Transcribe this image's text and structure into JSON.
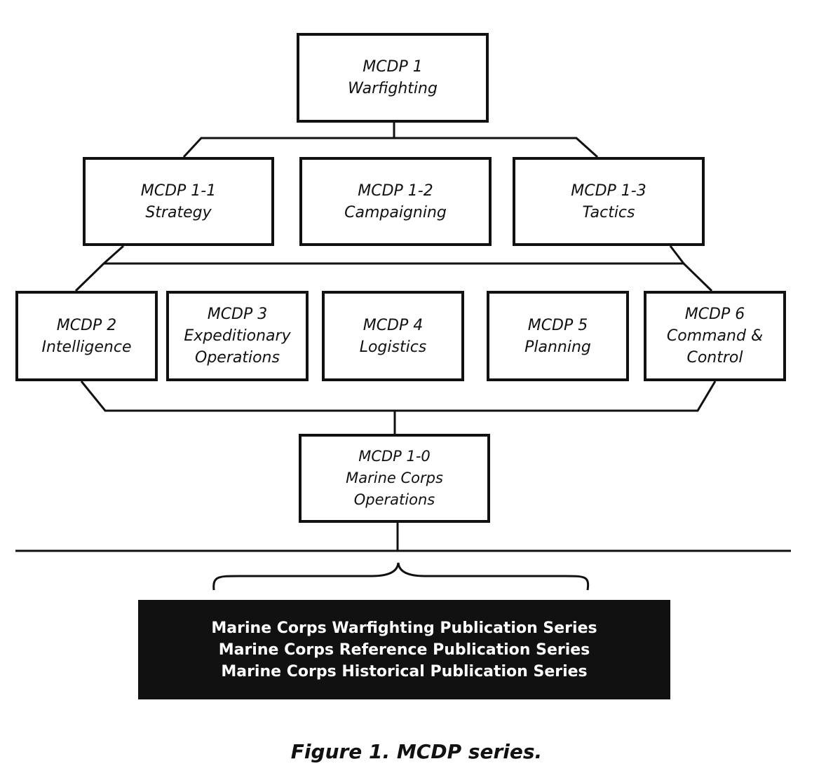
{
  "diagram": {
    "top": {
      "line1": "MCDP 1",
      "line2": "Warfighting"
    },
    "row1": [
      {
        "line1": "MCDP 1-1",
        "line2": "Strategy"
      },
      {
        "line1": "MCDP 1-2",
        "line2": "Campaigning"
      },
      {
        "line1": "MCDP 1-3",
        "line2": "Tactics"
      }
    ],
    "row2": [
      {
        "line1": "MCDP 2",
        "line2": "Intelligence"
      },
      {
        "line1": "MCDP 3",
        "line2": "Expeditionary",
        "line3": "Operations"
      },
      {
        "line1": "MCDP 4",
        "line2": "Logistics"
      },
      {
        "line1": "MCDP 5",
        "line2": "Planning"
      },
      {
        "line1": "MCDP 6",
        "line2": "Command &",
        "line3": "Control"
      }
    ],
    "bottom": {
      "line1": "MCDP 1-0",
      "line2": "Marine Corps",
      "line3": "Operations"
    },
    "series": [
      "Marine Corps Warfighting Publication Series",
      "Marine Corps Reference Publication Series",
      "Marine Corps Historical Publication Series"
    ]
  },
  "caption": "Figure 1. MCDP series."
}
